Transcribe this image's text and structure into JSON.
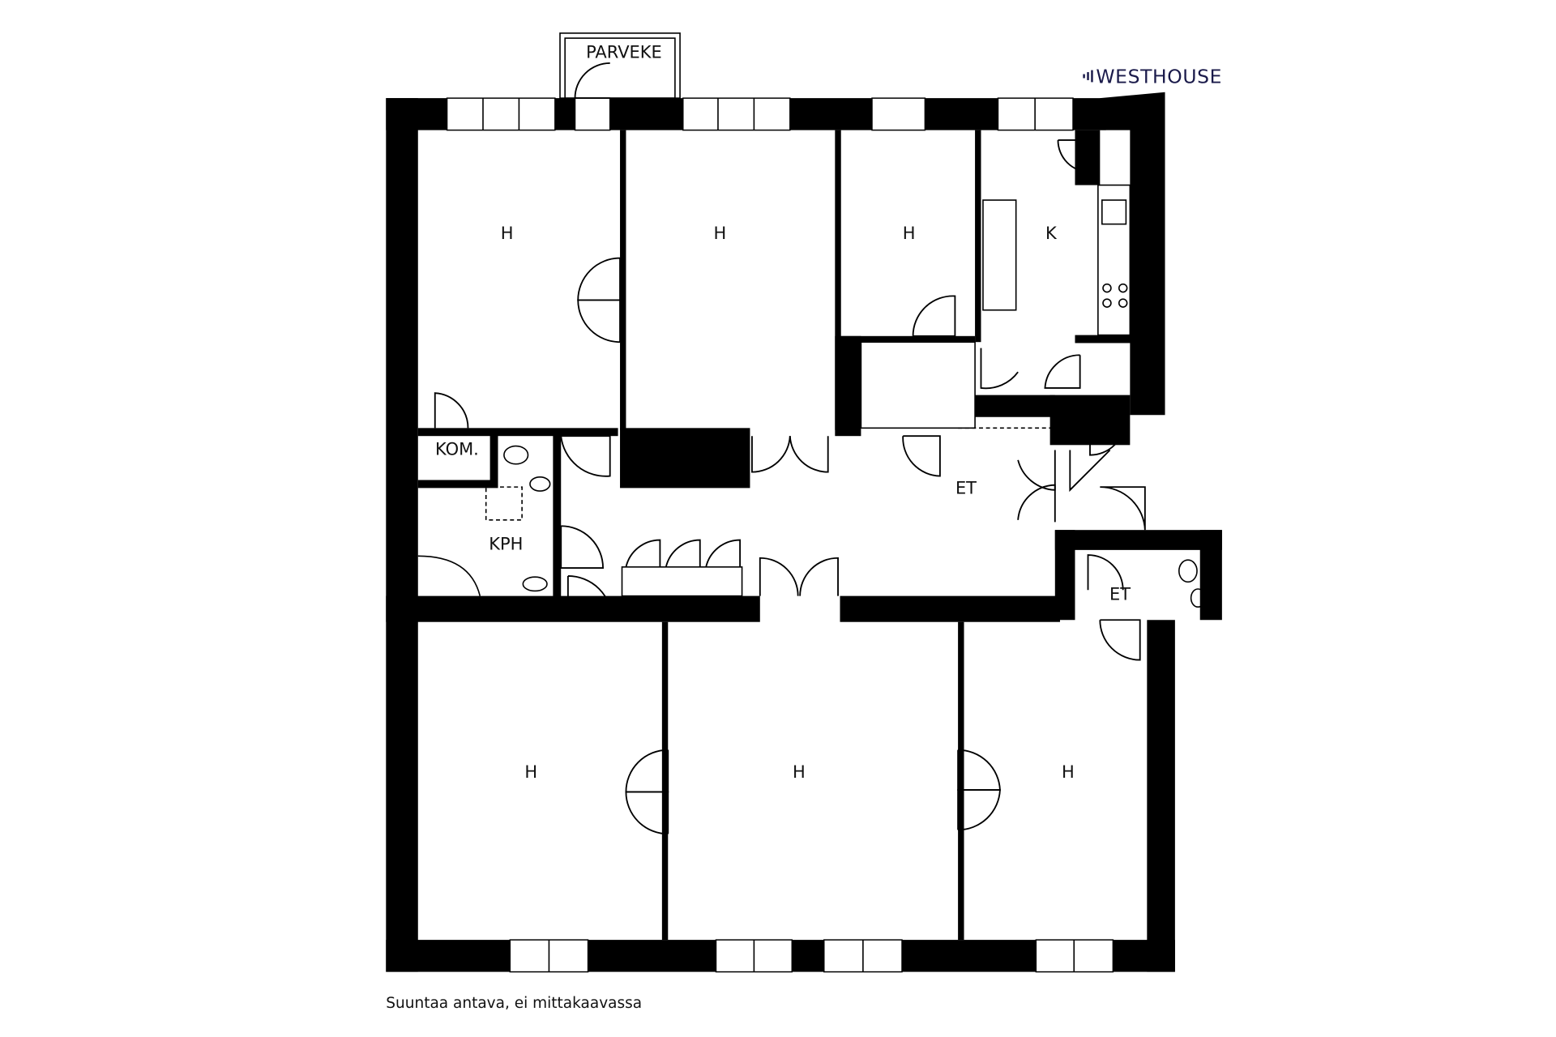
{
  "brand": {
    "logo_text": "WESTHOUSE",
    "color": "#1a1a4a"
  },
  "rooms": {
    "balcony": "PARVEKE",
    "bedroom_1": "H",
    "bedroom_2": "H",
    "bedroom_3": "H",
    "kitchen": "K",
    "closet": "KOM.",
    "bathroom": "KPH",
    "hall": "ET",
    "entry": "ET",
    "bedroom_4": "H",
    "bedroom_5": "H",
    "bedroom_6": "H"
  },
  "footnote": "Suuntaa antava, ei mittakaavassa"
}
